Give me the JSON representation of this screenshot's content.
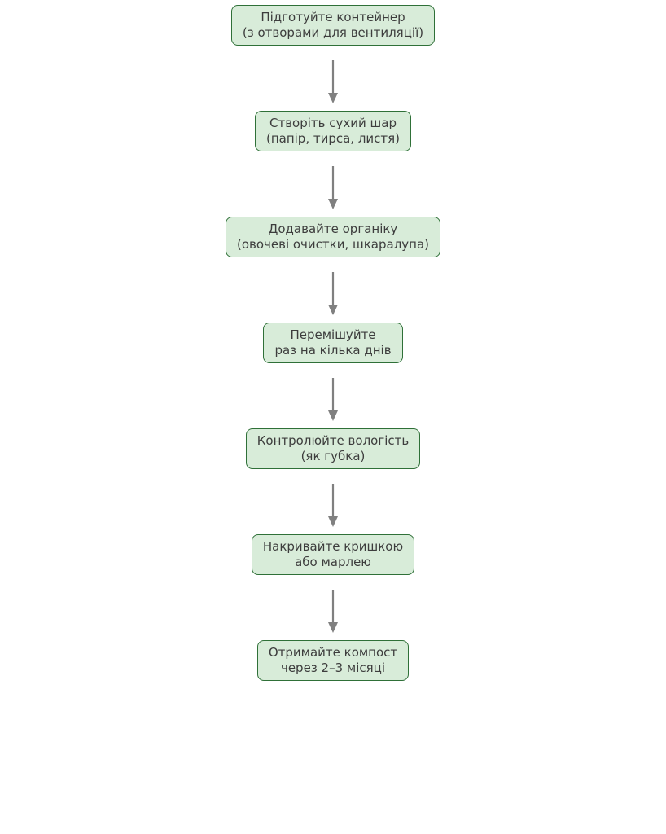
{
  "page": {
    "background_color": "#ffffff",
    "title": "Compost preparation flowchart"
  },
  "flowchart": {
    "type": "flowchart",
    "direction": "top-to-bottom",
    "node_fill_color": "#d8ecd9",
    "node_border_color": "#2f7038",
    "text_color": "#3d3d3d",
    "arrow_color": "#808080",
    "steps": [
      {
        "line1": "Підготуйте контейнер",
        "line2": "(з отворами для вентиляції)"
      },
      {
        "line1": "Створіть сухий шар",
        "line2": "(папір, тирса, листя)"
      },
      {
        "line1": "Додавайте органіку",
        "line2": "(овочеві очистки, шкаралупа)"
      },
      {
        "line1": "Перемішуйте",
        "line2": "раз на кілька днів"
      },
      {
        "line1": "Контролюйте вологість",
        "line2": "(як губка)"
      },
      {
        "line1": "Накривайте кришкою",
        "line2": "або марлею"
      },
      {
        "line1": "Отримайте компост",
        "line2": "через 2–3 місяці"
      }
    ]
  }
}
